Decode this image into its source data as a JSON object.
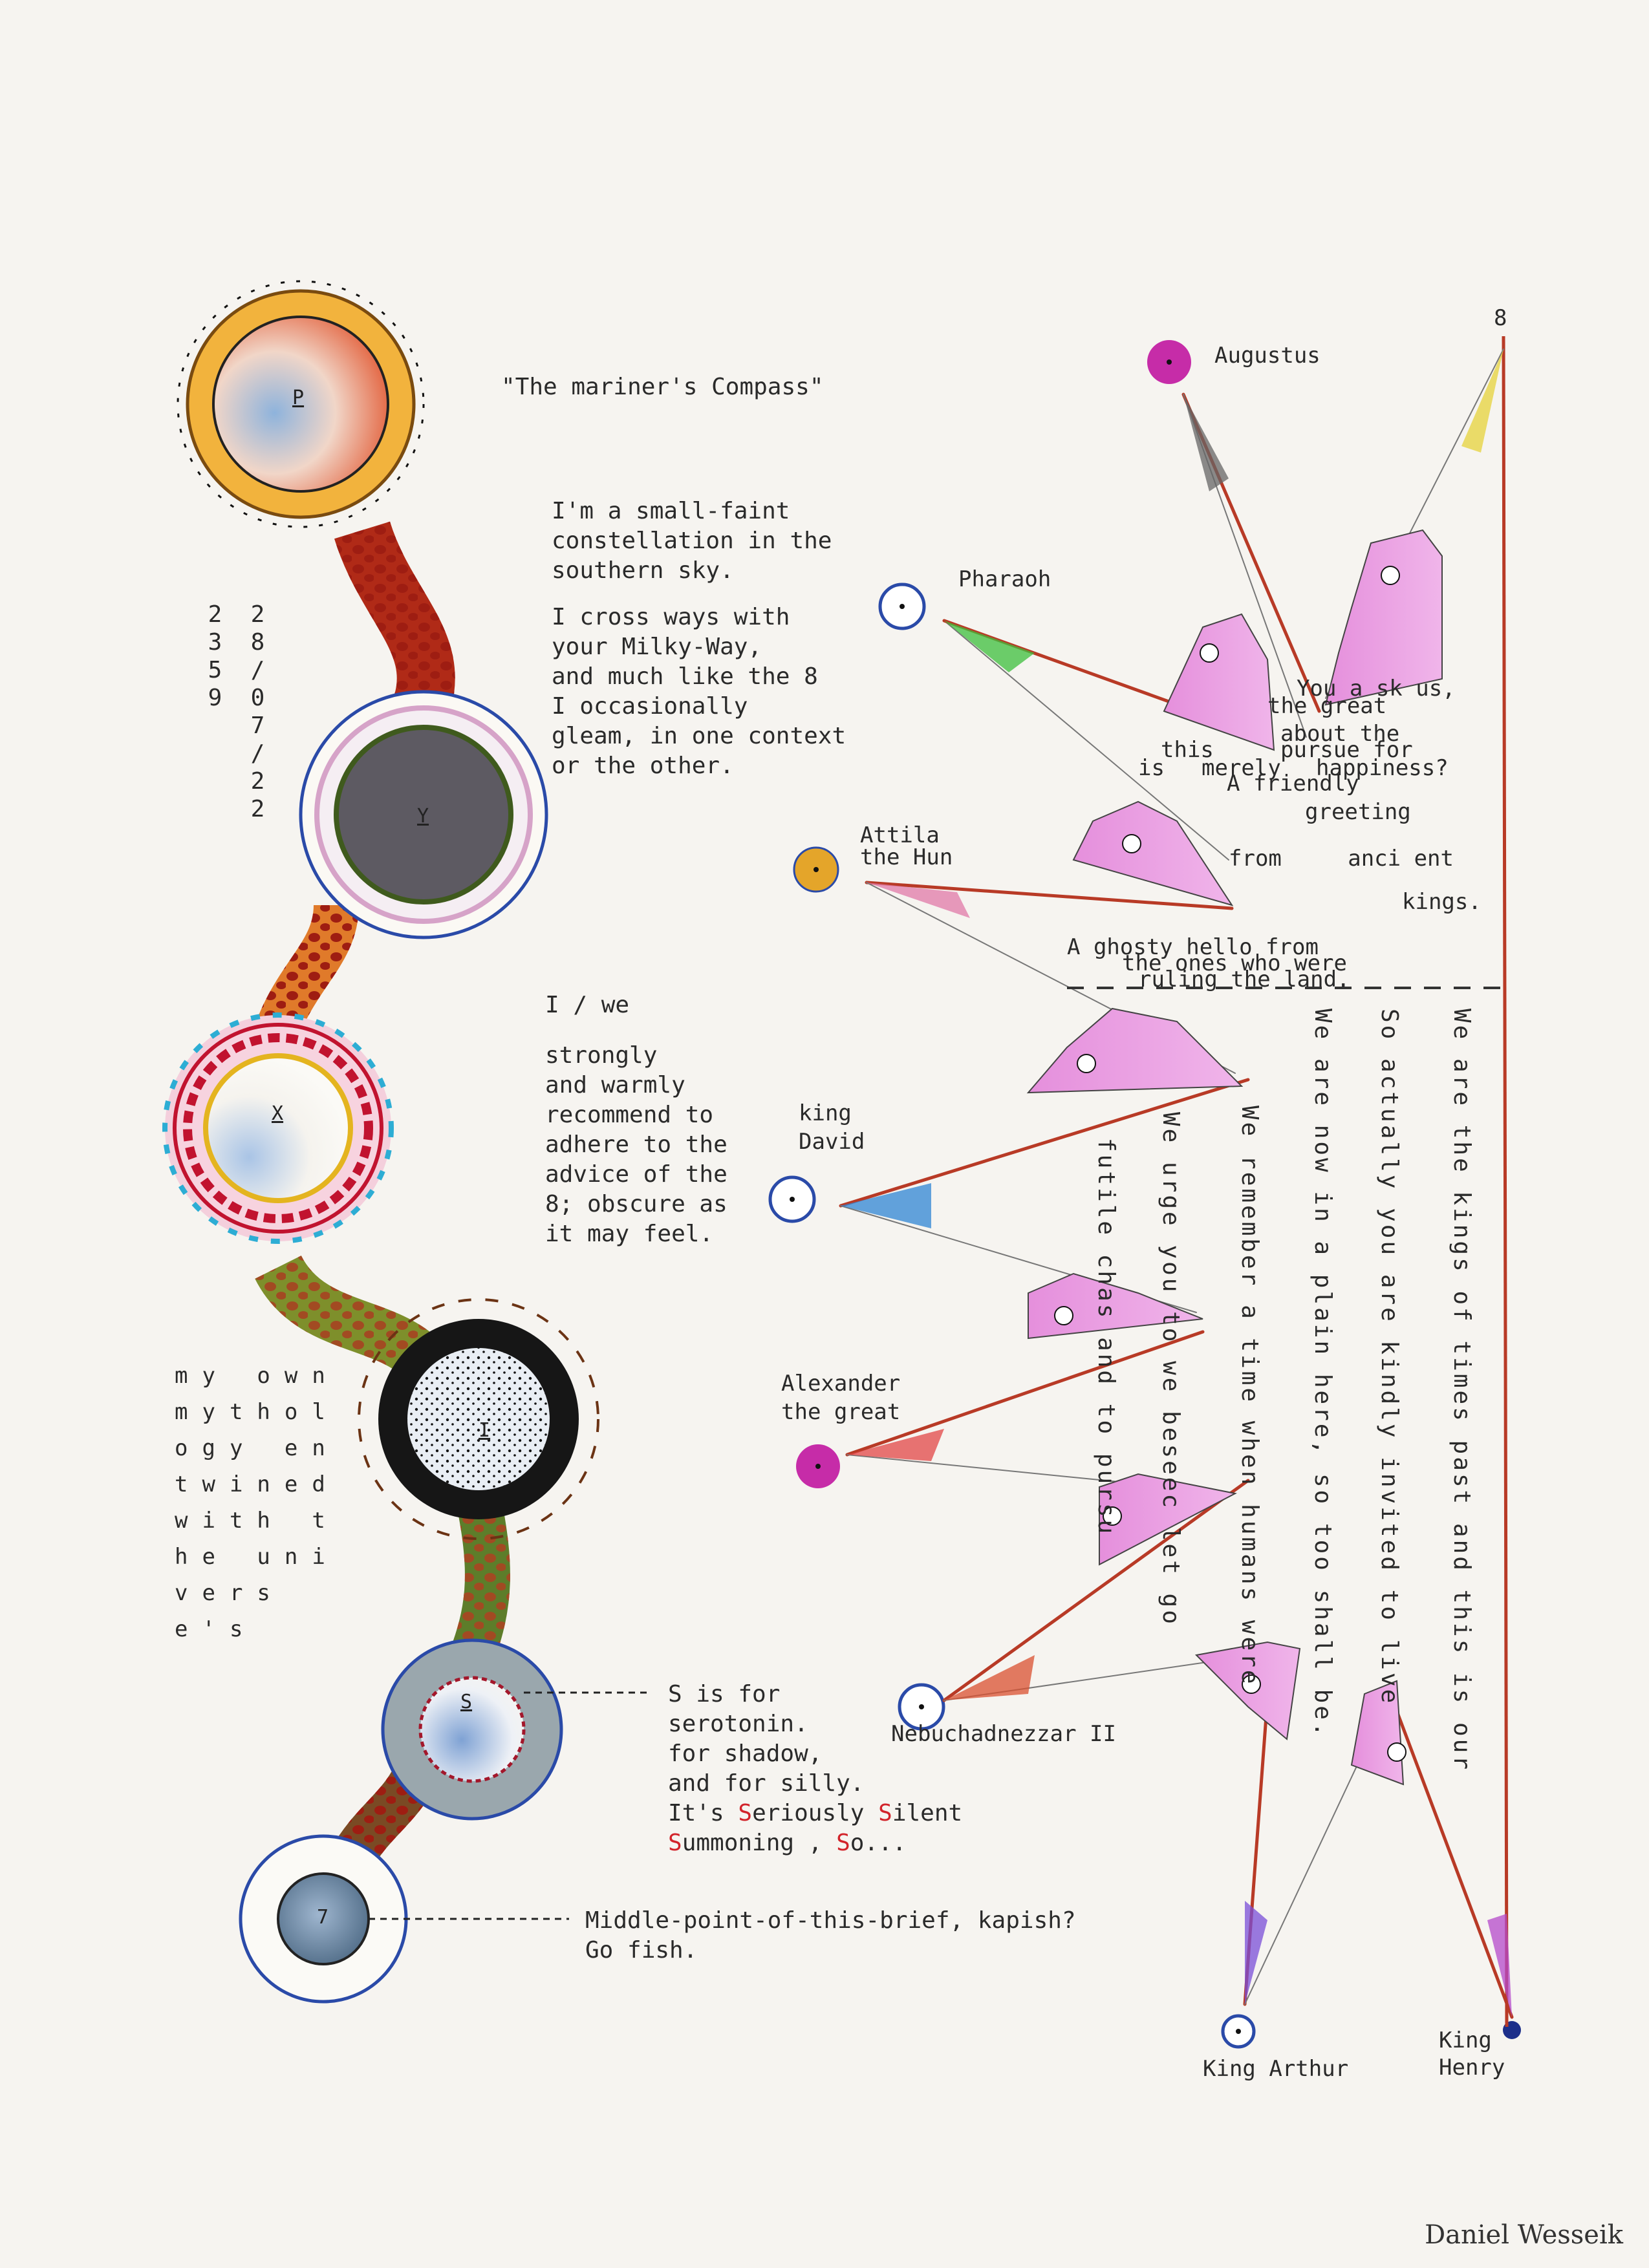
{
  "title": "\"The mariner's Compass\"",
  "intro": {
    "para1": [
      "I'm a small-faint",
      "constellation in the",
      "southern sky."
    ],
    "para2": [
      "I cross ways with",
      "your Milky-Way,",
      "and much like the 8",
      "I occasionally",
      "gleam, in one context",
      "or the other."
    ]
  },
  "advice": [
    "I / we",
    "",
    "strongly",
    "and warmly",
    "recommend to",
    "adhere to the",
    "advice of the",
    "8; obscure as",
    "it may feel."
  ],
  "side_numbers": {
    "col1": "2359",
    "col2": "28/07/22"
  },
  "orbs": [
    "P",
    "Y",
    "X",
    "I",
    "S",
    "7"
  ],
  "mythology": "my own mythology entwined with the universe's",
  "s_note": {
    "prefix": [
      "S is for",
      "serotonin.",
      "for shadow,",
      "and for silly."
    ],
    "line5_a": "It's ",
    "line5_b": "S",
    "line5_c": "eriously ",
    "line5_d": "S",
    "line5_e": "ilent",
    "line6_a": "S",
    "line6_b": "ummoning , ",
    "line6_c": "S",
    "line6_d": "o..."
  },
  "seven_note": [
    "Middle-point-of-this-brief, kapish?",
    "Go fish."
  ],
  "kings": {
    "augustus": "Augustus",
    "pharaoh": "Pharaoh",
    "attila": "Attila\nthe Hun",
    "david": "king\nDavid",
    "alexander": "Alexander\nthe great",
    "nebuchadnezzar": "Nebuchadnezzar II",
    "arthur": "King Arthur",
    "henry": "King\nHenry"
  },
  "eight": "8",
  "right_text": {
    "line1": "You a sk us,",
    "line2": "the great",
    "line3": "about the",
    "line4": "pursue for",
    "line5": "happiness?",
    "line6": "this",
    "line7": "is",
    "line8": "merely",
    "line9": "A friendly",
    "line10": "greeting",
    "line11": "from     anci ent",
    "line12": "kings.",
    "ghost1": "A ghosty hello from",
    "ghost2": "the ones who were",
    "ghost3": "ruling the land."
  },
  "vertical_lines": [
    "futile chas and to pursu",
    "We urge you to we beseec let go",
    "We remember a time when humans were",
    "We are now in a plain here, so too shall be.",
    "So actually you are kindly invited to live",
    "We are the kings of times past and this is our"
  ],
  "signature": "Daniel Wesseik",
  "colors": {
    "ink_red": "#b83a26",
    "pink_face": "#e59be0",
    "blue_ring": "#2a4aa8",
    "magenta": "#c62ca8",
    "orange_dot": "#e4a52a"
  }
}
